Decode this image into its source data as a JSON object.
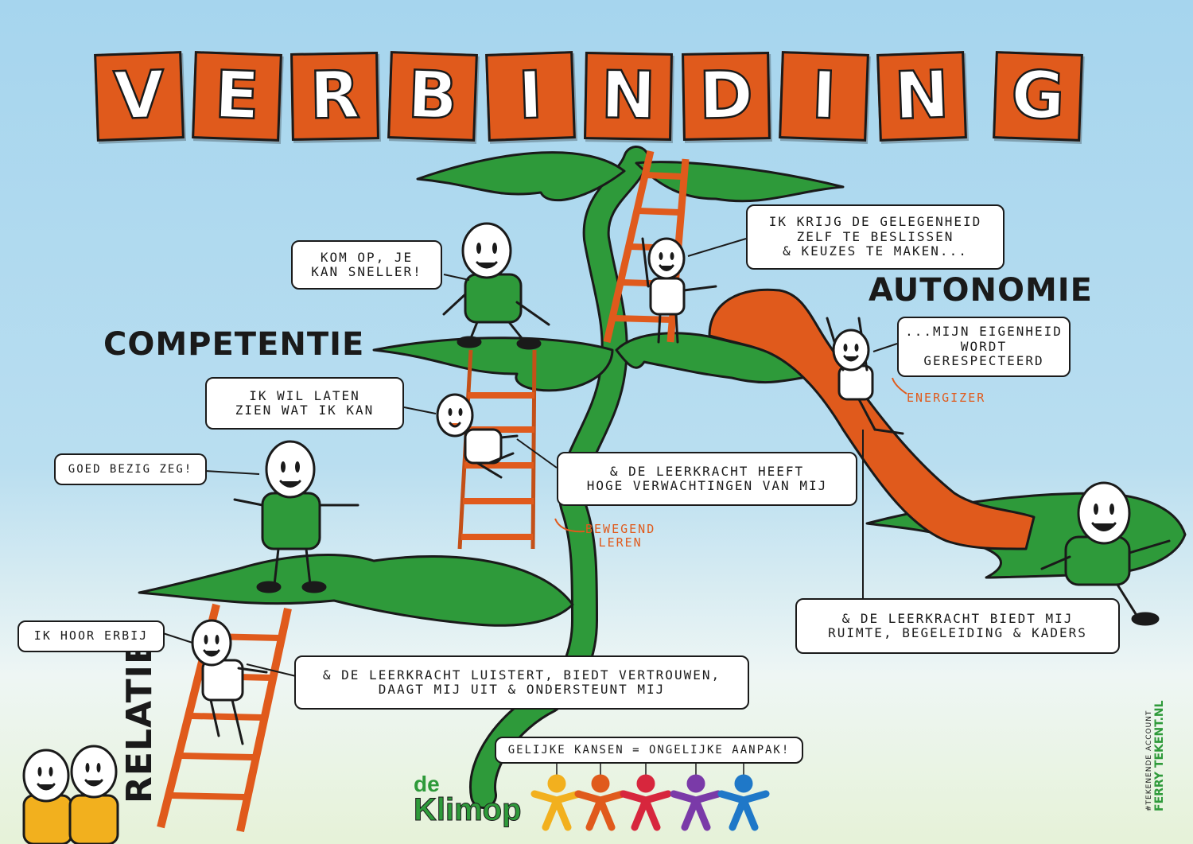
{
  "title_letters": [
    "V",
    "E",
    "R",
    "B",
    "I",
    "N",
    "D",
    "I",
    "N",
    "G"
  ],
  "headings": {
    "competence": "COMPETENTIE",
    "autonomy": "AUTONOMIE",
    "relation": "RELATIE"
  },
  "bubbles": {
    "kom_op": [
      "KOM OP, JE",
      "KAN SNELLER!"
    ],
    "krijg": [
      "IK KRIJG DE GELEGENHEID",
      "ZELF TE BESLISSEN",
      "& KEUZES TE MAKEN..."
    ],
    "eigenheid": [
      "...MIJN EIGENHEID",
      "WORDT",
      "GERESPECTEERD"
    ],
    "wil_laten": [
      "IK WIL LATEN",
      "ZIEN WAT IK KAN"
    ],
    "goed_bezig": [
      "GOED BEZIG ZEG!"
    ],
    "verwachtingen": [
      "& DE LEERKRACHT HEEFT",
      "HOGE VERWACHTINGEN VAN MIJ"
    ],
    "ruimte": [
      "& DE LEERKRACHT BIEDT MIJ",
      "RUIMTE, BEGELEIDING & KADERS"
    ],
    "hoor_erbij": [
      "IK HOOR ERBIJ"
    ],
    "luistert": [
      "& DE LEERKRACHT LUISTERT, BIEDT VERTROUWEN,",
      "DAAGT MIJ UIT & ONDERSTEUNT MIJ"
    ],
    "kansen": [
      "GELIJKE KANSEN = ONGELIJKE AANPAK!"
    ]
  },
  "notes": {
    "energizer": "ENERGIZER",
    "bewegend": [
      "BEWEGEND",
      "LEREN"
    ]
  },
  "logo": {
    "prefix": "de",
    "name": "Klimop"
  },
  "watermark": {
    "line1": "#TEKENENDE ACCOUNT",
    "line2": "FERRY TEKENT.NL"
  },
  "colors": {
    "orange": "#e05a1c",
    "green": "#2e9a3a",
    "sky": "#a9d8ef",
    "shirt_yellow": "#f2b01e"
  }
}
